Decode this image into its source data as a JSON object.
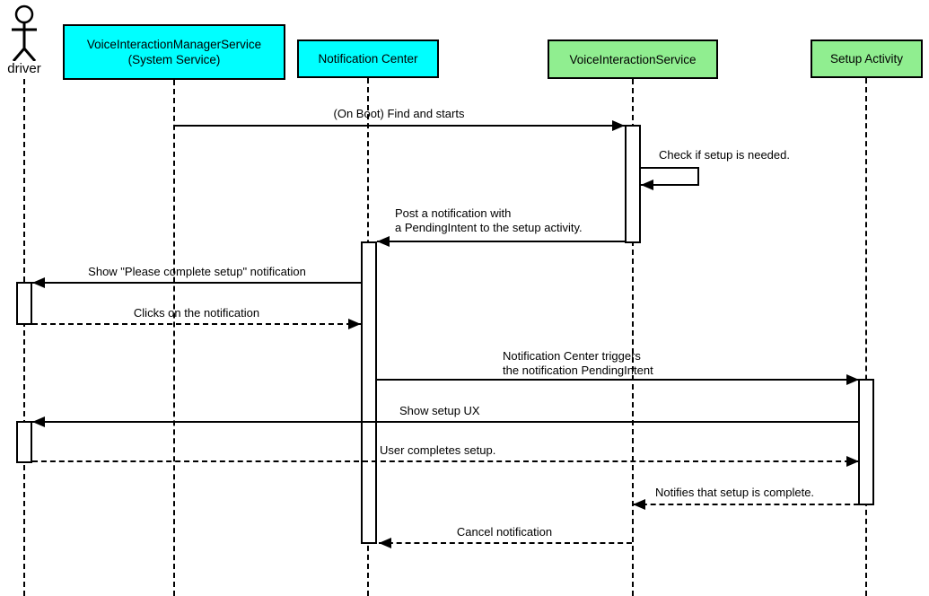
{
  "diagram": {
    "type": "uml-sequence-diagram",
    "colors": {
      "participant_cyan": "#00ffff",
      "participant_green": "#90ee90",
      "line": "#000000",
      "background": "#ffffff"
    },
    "actor": {
      "name": "driver",
      "icon": "stick-figure-icon"
    },
    "participants": [
      {
        "id": "voice-interaction-manager-service",
        "line1": "VoiceInteractionManagerService",
        "line2": "(System Service)",
        "color": "#00ffff"
      },
      {
        "id": "notification-center",
        "line1": "Notification Center",
        "color": "#00ffff"
      },
      {
        "id": "voice-interaction-service",
        "line1": "VoiceInteractionService",
        "color": "#90ee90"
      },
      {
        "id": "setup-activity",
        "line1": "Setup Activity",
        "color": "#90ee90"
      }
    ],
    "messages": [
      {
        "from": "VoiceInteractionManagerService (System Service)",
        "to": "VoiceInteractionService",
        "style": "solid",
        "line1": "(On Boot) Find and starts"
      },
      {
        "from": "VoiceInteractionService",
        "to": "VoiceInteractionService",
        "style": "solid-self",
        "line1": "Check if setup is needed."
      },
      {
        "from": "VoiceInteractionService",
        "to": "Notification Center",
        "style": "solid",
        "line1": "Post a notification with",
        "line2": "a PendingIntent to the setup activity."
      },
      {
        "from": "Notification Center",
        "to": "driver",
        "style": "solid",
        "line1": "Show \"Please complete setup\" notification"
      },
      {
        "from": "driver",
        "to": "Notification Center",
        "style": "dashed",
        "line1": "Clicks on the notification"
      },
      {
        "from": "Notification Center",
        "to": "Setup Activity",
        "style": "solid",
        "line1": "Notification Center triggers",
        "line2": "the notification PendingIntent"
      },
      {
        "from": "Setup Activity",
        "to": "driver",
        "style": "solid",
        "line1": "Show setup UX"
      },
      {
        "from": "driver",
        "to": "Setup Activity",
        "style": "dashed",
        "line1": "User completes setup."
      },
      {
        "from": "Setup Activity",
        "to": "VoiceInteractionService",
        "style": "dashed",
        "line1": "Notifies that setup is complete."
      },
      {
        "from": "VoiceInteractionService",
        "to": "Notification Center",
        "style": "dashed",
        "line1": "Cancel notification"
      }
    ]
  }
}
